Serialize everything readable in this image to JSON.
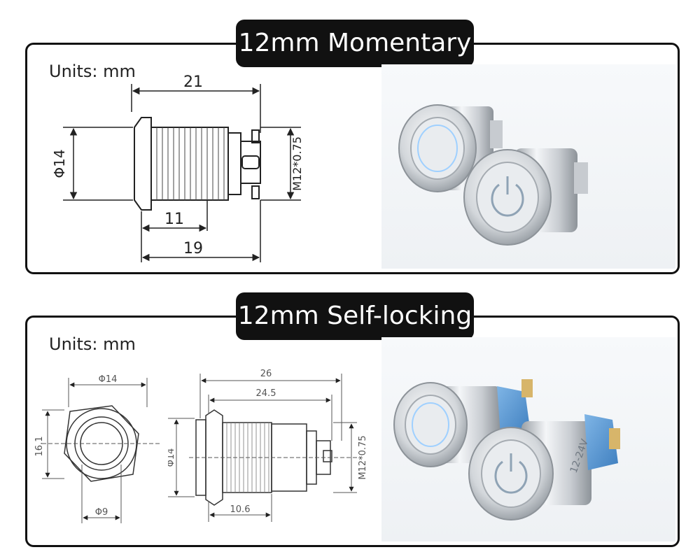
{
  "momentary": {
    "title": "12mm Momentary",
    "units": "Units: mm",
    "dims": {
      "length_total": "21",
      "diameter": "Φ14",
      "thread": "M12*0.75",
      "thread_length": "11",
      "body_length": "19"
    }
  },
  "selflocking": {
    "title": "12mm Self-locking",
    "units": "Units: mm",
    "dims": {
      "front_diameter": "Φ14",
      "hex": "16.1",
      "inner_diameter": "Φ9",
      "length_total": "26",
      "length_body": "24.5",
      "side_diameter": "Φ14",
      "thread": "M12*0.75",
      "thread_length": "10.6"
    },
    "marking": "12-24V"
  },
  "colors": {
    "frame": "#111111",
    "badge_bg": "#111111",
    "badge_text": "#ffffff",
    "drawing": "#222222",
    "metal": "#c9cdd2",
    "blue_base": "#5b9bd5",
    "led_ring": "#9fd0ff"
  }
}
